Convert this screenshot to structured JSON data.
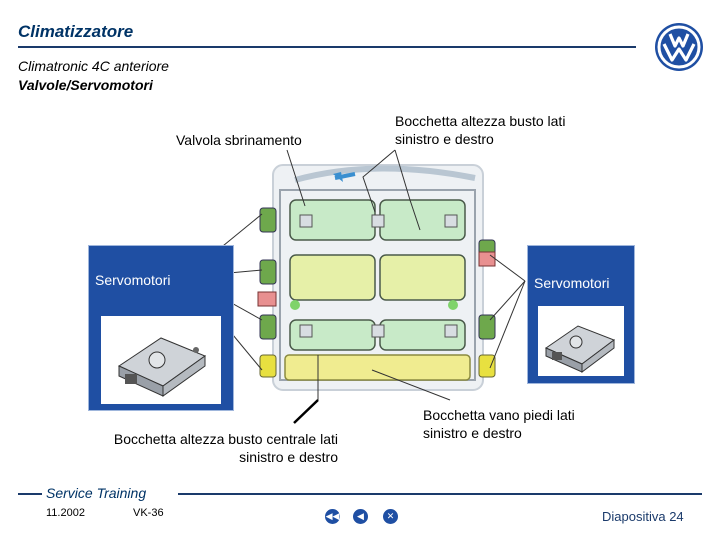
{
  "header": {
    "title": "Climatizzatore",
    "subtitle_line1": "Climatronic 4C anteriore",
    "subtitle_line2": "Valvole/Servomotori"
  },
  "labels": {
    "defrost_valve": "Valvola sbrinamento",
    "side_vents_line1": "Bocchetta altezza busto lati",
    "side_vents_line2": "sinistro e destro",
    "center_vents_line1": "Bocchetta altezza busto centrale lati",
    "center_vents_line2": "sinistro e destro",
    "footwell_line1": "Bocchetta vano piedi lati",
    "footwell_line2": "sinistro e destro"
  },
  "panels": {
    "left_title": "Servomotori",
    "right_title": "Servomotori"
  },
  "footer": {
    "brand": "Service Training",
    "date": "11.2002",
    "code": "VK-36",
    "slide": "Diapositiva 24",
    "nav_icons": [
      "nav-home-icon",
      "nav-back-icon",
      "nav-close-icon"
    ]
  },
  "colors": {
    "brand_blue": "#1f4fa3",
    "title_blue": "#003366",
    "valve_green": "#c8eac8",
    "valve_yellow": "#e6f0a8",
    "actuator_green": "#6ea84c",
    "actuator_yellow": "#e8e040"
  }
}
